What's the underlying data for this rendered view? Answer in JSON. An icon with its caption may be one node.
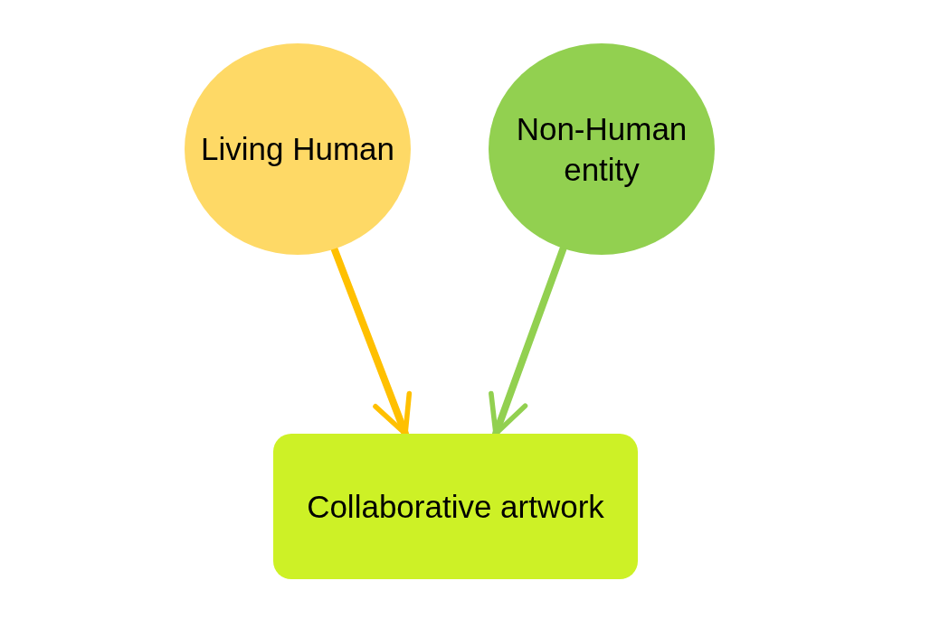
{
  "diagram": {
    "nodes": [
      {
        "text": [
          "Living Human"
        ]
      },
      {
        "text": [
          "Non-Human entity"
        ]
      },
      {
        "text": [
          "Collaborative artwork"
        ]
      }
    ],
    "edges": [
      {
        "from": 0,
        "to": 2,
        "arrow": "to",
        "color": "#ffc000"
      },
      {
        "from": 1,
        "to": 2,
        "arrow": "to",
        "color": "#92d050"
      }
    ]
  }
}
